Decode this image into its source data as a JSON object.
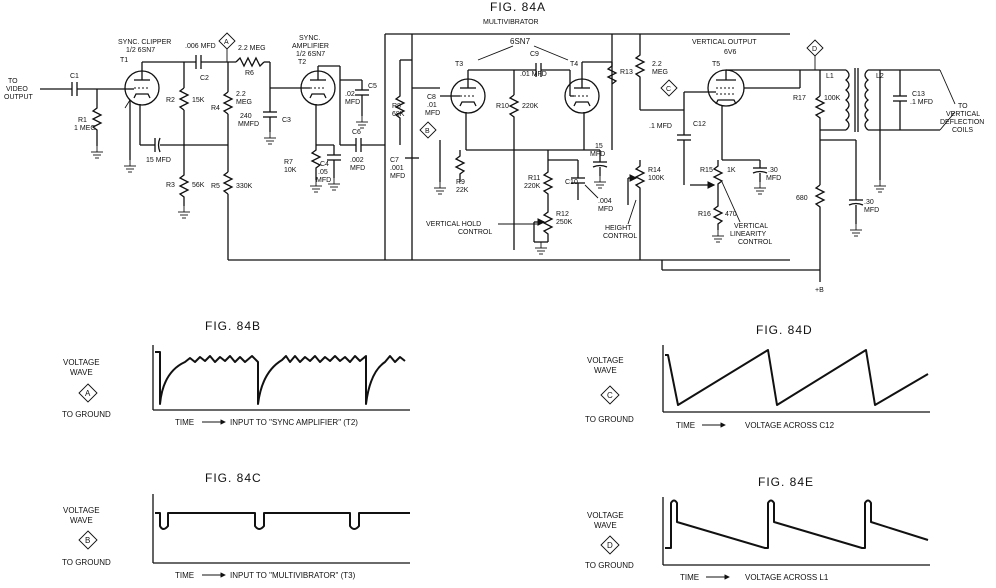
{
  "schematic": {
    "figure_title": "FIG. 84A",
    "multivibrator_label": "MULTIVIBRATOR",
    "mv_tube": "6SN7",
    "input_label_1": "TO",
    "input_label_2": "VIDEO",
    "input_label_3": "OUTPUT",
    "sync_clipper_title": "SYNC. CLIPPER",
    "sync_clipper_tube": "1/2 6SN7",
    "sync_amp_title_1": "SYNC.",
    "sync_amp_title_2": "AMPLIFIER",
    "sync_amp_tube": "1/2 6SN7",
    "vertical_output_title": "VERTICAL OUTPUT",
    "vertical_output_tube": "6V6",
    "output_label_1": "TO",
    "output_label_2": "VERTICAL",
    "output_label_3": "DEFLECTION",
    "output_label_4": "COILS",
    "b_plus": "+B",
    "tubes": {
      "t1": "T1",
      "t2": "T2",
      "t3": "T3",
      "t4": "T4",
      "t5": "T5"
    },
    "components": {
      "c1": "C1",
      "r1_name": "R1",
      "r1_value": "1 MEG",
      "c2_value": ".006 MFD",
      "c2_name": "C2",
      "r6_value": "2.2 MEG",
      "r6_name": "R6",
      "r2_name": "R2",
      "r2_value": "15K",
      "r4_name": "R4",
      "r4_value_1": "2.2",
      "r4_value_2": "MEG",
      "c3_value_1": "240",
      "c3_value_2": "MMFD",
      "c3_name": "C3",
      "electrolytic_15": "15 MFD",
      "r3_name": "R3",
      "r3_value": "56K",
      "r5_name": "R5",
      "r5_value": "330K",
      "c5_value_1": ".02",
      "c5_value_2": "MFD",
      "c5_name": "C5",
      "r7_name": "R7",
      "r7_value": "10K",
      "c4_name": "C4",
      "c4_value_1": ".05",
      "c4_value_2": "MFD",
      "c6_name": "C6",
      "c6_value_1": ".002",
      "c6_value_2": "MFD",
      "r8_name": "R8",
      "r8_value": "68K",
      "c8_name": "C8",
      "c8_value_1": ".01",
      "c8_value_2": "MFD",
      "c7_name": "C7",
      "c7_value_1": ".001",
      "c7_value_2": "MFD",
      "c9_name": "C9",
      "c9_value": ".01 MFD",
      "r10_name": "R10",
      "r10_value": "220K",
      "r9_name": "R9",
      "r9_value": "22K",
      "r11_name": "R11",
      "r11_value": "220K",
      "c10_name": "C10",
      "c10_value_1": ".004",
      "c10_value_2": "MFD",
      "r12_name": "R12",
      "r12_value": "250K",
      "mfd15_1": "15",
      "mfd15_2": "MFD",
      "r13_name": "R13",
      "r14_name": "R14",
      "r14_value": "100K",
      "r13_value_1": "2.2",
      "r13_value_2": "MEG",
      "c12_value": ".1 MFD",
      "c12_name": "C12",
      "r15_name": "R15",
      "r15_value": "1K",
      "cap30_1": ".30",
      "cap30_2": "MFD",
      "r16_name": "R16",
      "r16_value": "470",
      "r17_name": "R17",
      "r17_value": "100K",
      "l1": "L1",
      "l2": "L2",
      "c13_name": "C13",
      "c13_value": ".1 MFD",
      "r680": "680",
      "cap30b_1": ".30",
      "cap30b_2": "MFD"
    },
    "controls": {
      "vertical_hold_1": "VERTICAL HOLD",
      "vertical_hold_2": "CONTROL",
      "height_1": "HEIGHT",
      "height_2": "CONTROL",
      "linearity_1": "VERTICAL",
      "linearity_2": "LINEARITY",
      "linearity_3": "CONTROL"
    },
    "test_points": {
      "a": "A",
      "b": "B",
      "c": "C",
      "d": "D"
    }
  },
  "waveforms": {
    "common": {
      "voltage": "VOLTAGE",
      "wave": "WAVE",
      "to_ground": "TO  GROUND",
      "time": "TIME"
    },
    "fig84b": {
      "title": "FIG. 84B",
      "point": "A",
      "caption": "INPUT  TO \"SYNC  AMPLIFIER\" (T2)"
    },
    "fig84c": {
      "title": "FIG. 84C",
      "point": "B",
      "caption": "INPUT  TO \"MULTIVIBRATOR\" (T3)"
    },
    "fig84d": {
      "title": "FIG. 84D",
      "point": "C",
      "caption": "VOLTAGE  ACROSS  C12"
    },
    "fig84e": {
      "title": "FIG. 84E",
      "point": "D",
      "caption": "VOLTAGE  ACROSS  L1"
    }
  }
}
